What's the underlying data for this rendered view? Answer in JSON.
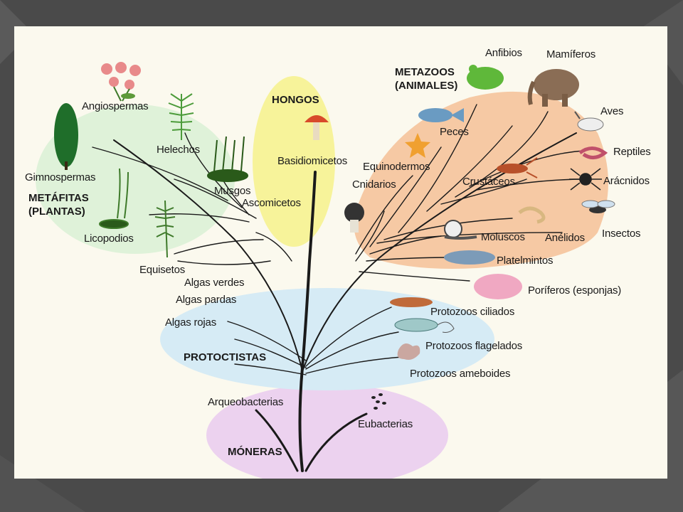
{
  "groups": {
    "hongos": "HONGOS",
    "metazoos": [
      "METAZOOS",
      "(ANIMALES)"
    ],
    "metafitas": [
      "METÁFITAS",
      "(PLANTAS)"
    ],
    "protoctistas": "PROTOCTISTAS",
    "moneras": "MÓNERAS"
  },
  "plants": {
    "angiospermas": "Angiospermas",
    "helechos": "Helechos",
    "gimnospermas": "Gimnospermas",
    "musgos": "Musgos",
    "licopodios": "Licopodios",
    "equisetos": "Equisetos"
  },
  "fungi": {
    "basidiomicetos": "Basidiomicetos",
    "ascomicetos": "Ascomicetos"
  },
  "animals": {
    "anfibios": "Anfibios",
    "mamiferos": "Mamíferos",
    "aves": "Aves",
    "peces": "Peces",
    "reptiles": "Reptiles",
    "equinodermos": "Equinodermos",
    "cnidarios": "Cnidarios",
    "crustaceos": "Crustáceos",
    "aracnidos": "Arácnidos",
    "insectos": "Insectos",
    "moluscos": "Moluscos",
    "anelidos": "Anélidos",
    "platelmintos": "Platelmintos",
    "poriferos": "Poríferos (esponjas)"
  },
  "protists": {
    "algas_verdes": "Algas verdes",
    "algas_pardas": "Algas pardas",
    "algas_rojas": "Algas rojas",
    "ciliados": "Protozoos ciliados",
    "flagelados": "Protozoos flagelados",
    "ameboides": "Protozoos ameboides"
  },
  "bacteria": {
    "arqueobacterias": "Arqueobacterias",
    "eubacterias": "Eubacterias"
  },
  "colors": {
    "background": "#4a4a4a",
    "card": "#fbf9ee",
    "plants_zone": "#dff2d9",
    "fungi_zone": "#f7f39a",
    "animals_zone": "#f6c9a4",
    "protists_zone": "#d6ebf5",
    "monera_zone": "#ecd2ef"
  }
}
